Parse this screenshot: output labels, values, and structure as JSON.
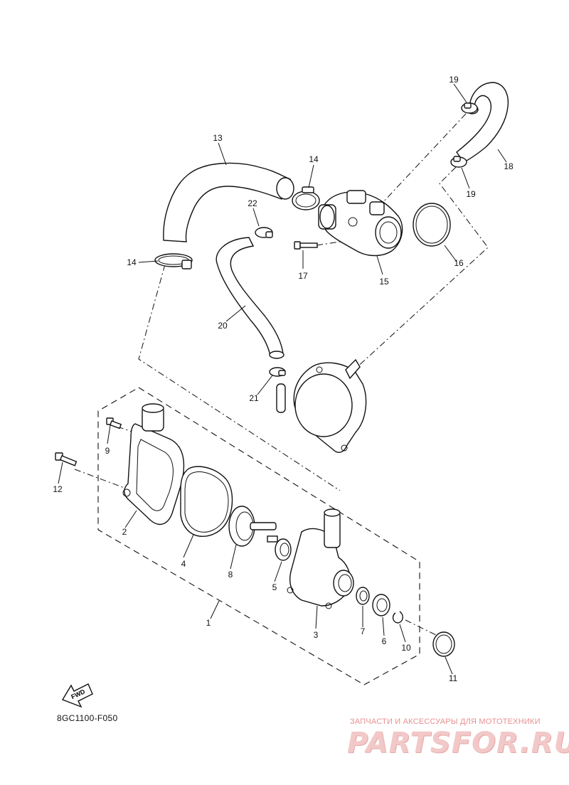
{
  "diagram_code": "8GC1100-F050",
  "fwd_label": "FWD",
  "watermark": {
    "subtitle": "ЗАПЧАСТИ И АКСЕССУАРЫ ДЛЯ МОТОТЕХНИКИ",
    "logo": "PARTSFOR.RU"
  },
  "callouts": {
    "c1": "1",
    "c2": "2",
    "c3": "3",
    "c4": "4",
    "c5": "5",
    "c6": "6",
    "c7": "7",
    "c8": "8",
    "c9": "9",
    "c10": "10",
    "c11": "11",
    "c12": "12",
    "c13": "13",
    "c14a": "14",
    "c14b": "14",
    "c15": "15",
    "c16": "16",
    "c17": "17",
    "c18": "18",
    "c19a": "19",
    "c19b": "19",
    "c20": "20",
    "c21": "21",
    "c22": "22"
  }
}
